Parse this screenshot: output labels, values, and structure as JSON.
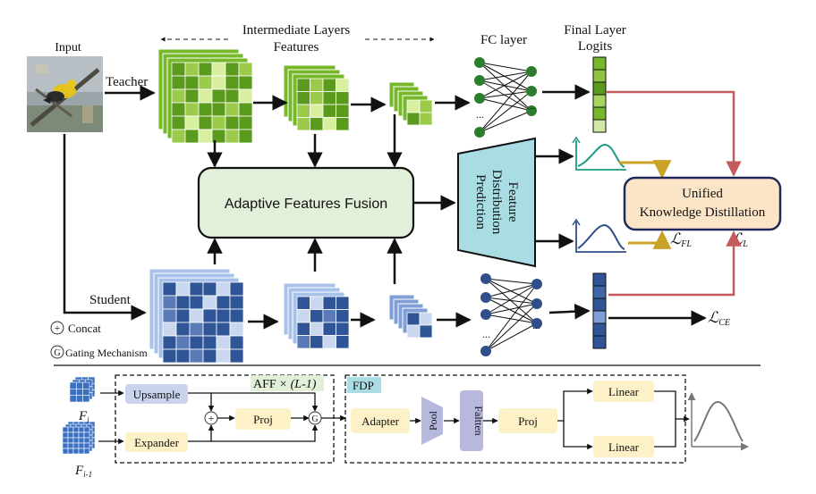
{
  "labels": {
    "input": "Input",
    "teacher": "Teacher",
    "student": "Student",
    "intermediate_line1": "Intermediate Layers",
    "intermediate_line2": "Features",
    "fc_layer": "FC layer",
    "final_line1": "Final Layer",
    "final_line2": "Logits",
    "aff": "Adaptive Features Fusion",
    "fdp_line1": "Feature",
    "fdp_line2": "Distribution",
    "fdp_line3": "Prediction",
    "ukd_line1": "Unified",
    "ukd_line2": "Knowledge Distillation",
    "loss_fl": "ℒ",
    "loss_fl_sub": "FL",
    "loss_l": "ℒ",
    "loss_l_sub": "L",
    "loss_ce": "ℒ",
    "loss_ce_sub": "CE",
    "concat": "Concat",
    "gating": "Gating Mechanism",
    "concat_symbol": "+",
    "gating_symbol": "G",
    "fc_dots": "..."
  },
  "bottom": {
    "upsample": "Upsample",
    "expander": "Expander",
    "proj": "Proj",
    "aff_tag": "AFF",
    "aff_repeat": "× (L-1)",
    "fdp_tag": "FDP",
    "adapter": "Adapter",
    "pool": "Pool",
    "flatten": "Faltten",
    "proj2": "Proj",
    "linear1": "Linear",
    "linear2": "Linear",
    "fi": "F",
    "fi_sub": "i",
    "fi1": "F",
    "fi1_sub": "i-1"
  },
  "colors": {
    "teacher_green": "#76b82a",
    "student_blue": "#2f5597",
    "aff_fill": "#e2efd9",
    "fdp_fill": "#a9dde3",
    "ukd_fill": "#fce4c7",
    "ukd_border": "#1f2a5a",
    "red_arrow": "#c55a5a",
    "gold_arrow": "#c9a227",
    "teal_curve": "#1a9b86",
    "navy_curve": "#2f4f8a",
    "upsample_fill": "#c9d3ee",
    "yellow_box": "#fdf1c7",
    "purple_box": "#b6b8de"
  }
}
